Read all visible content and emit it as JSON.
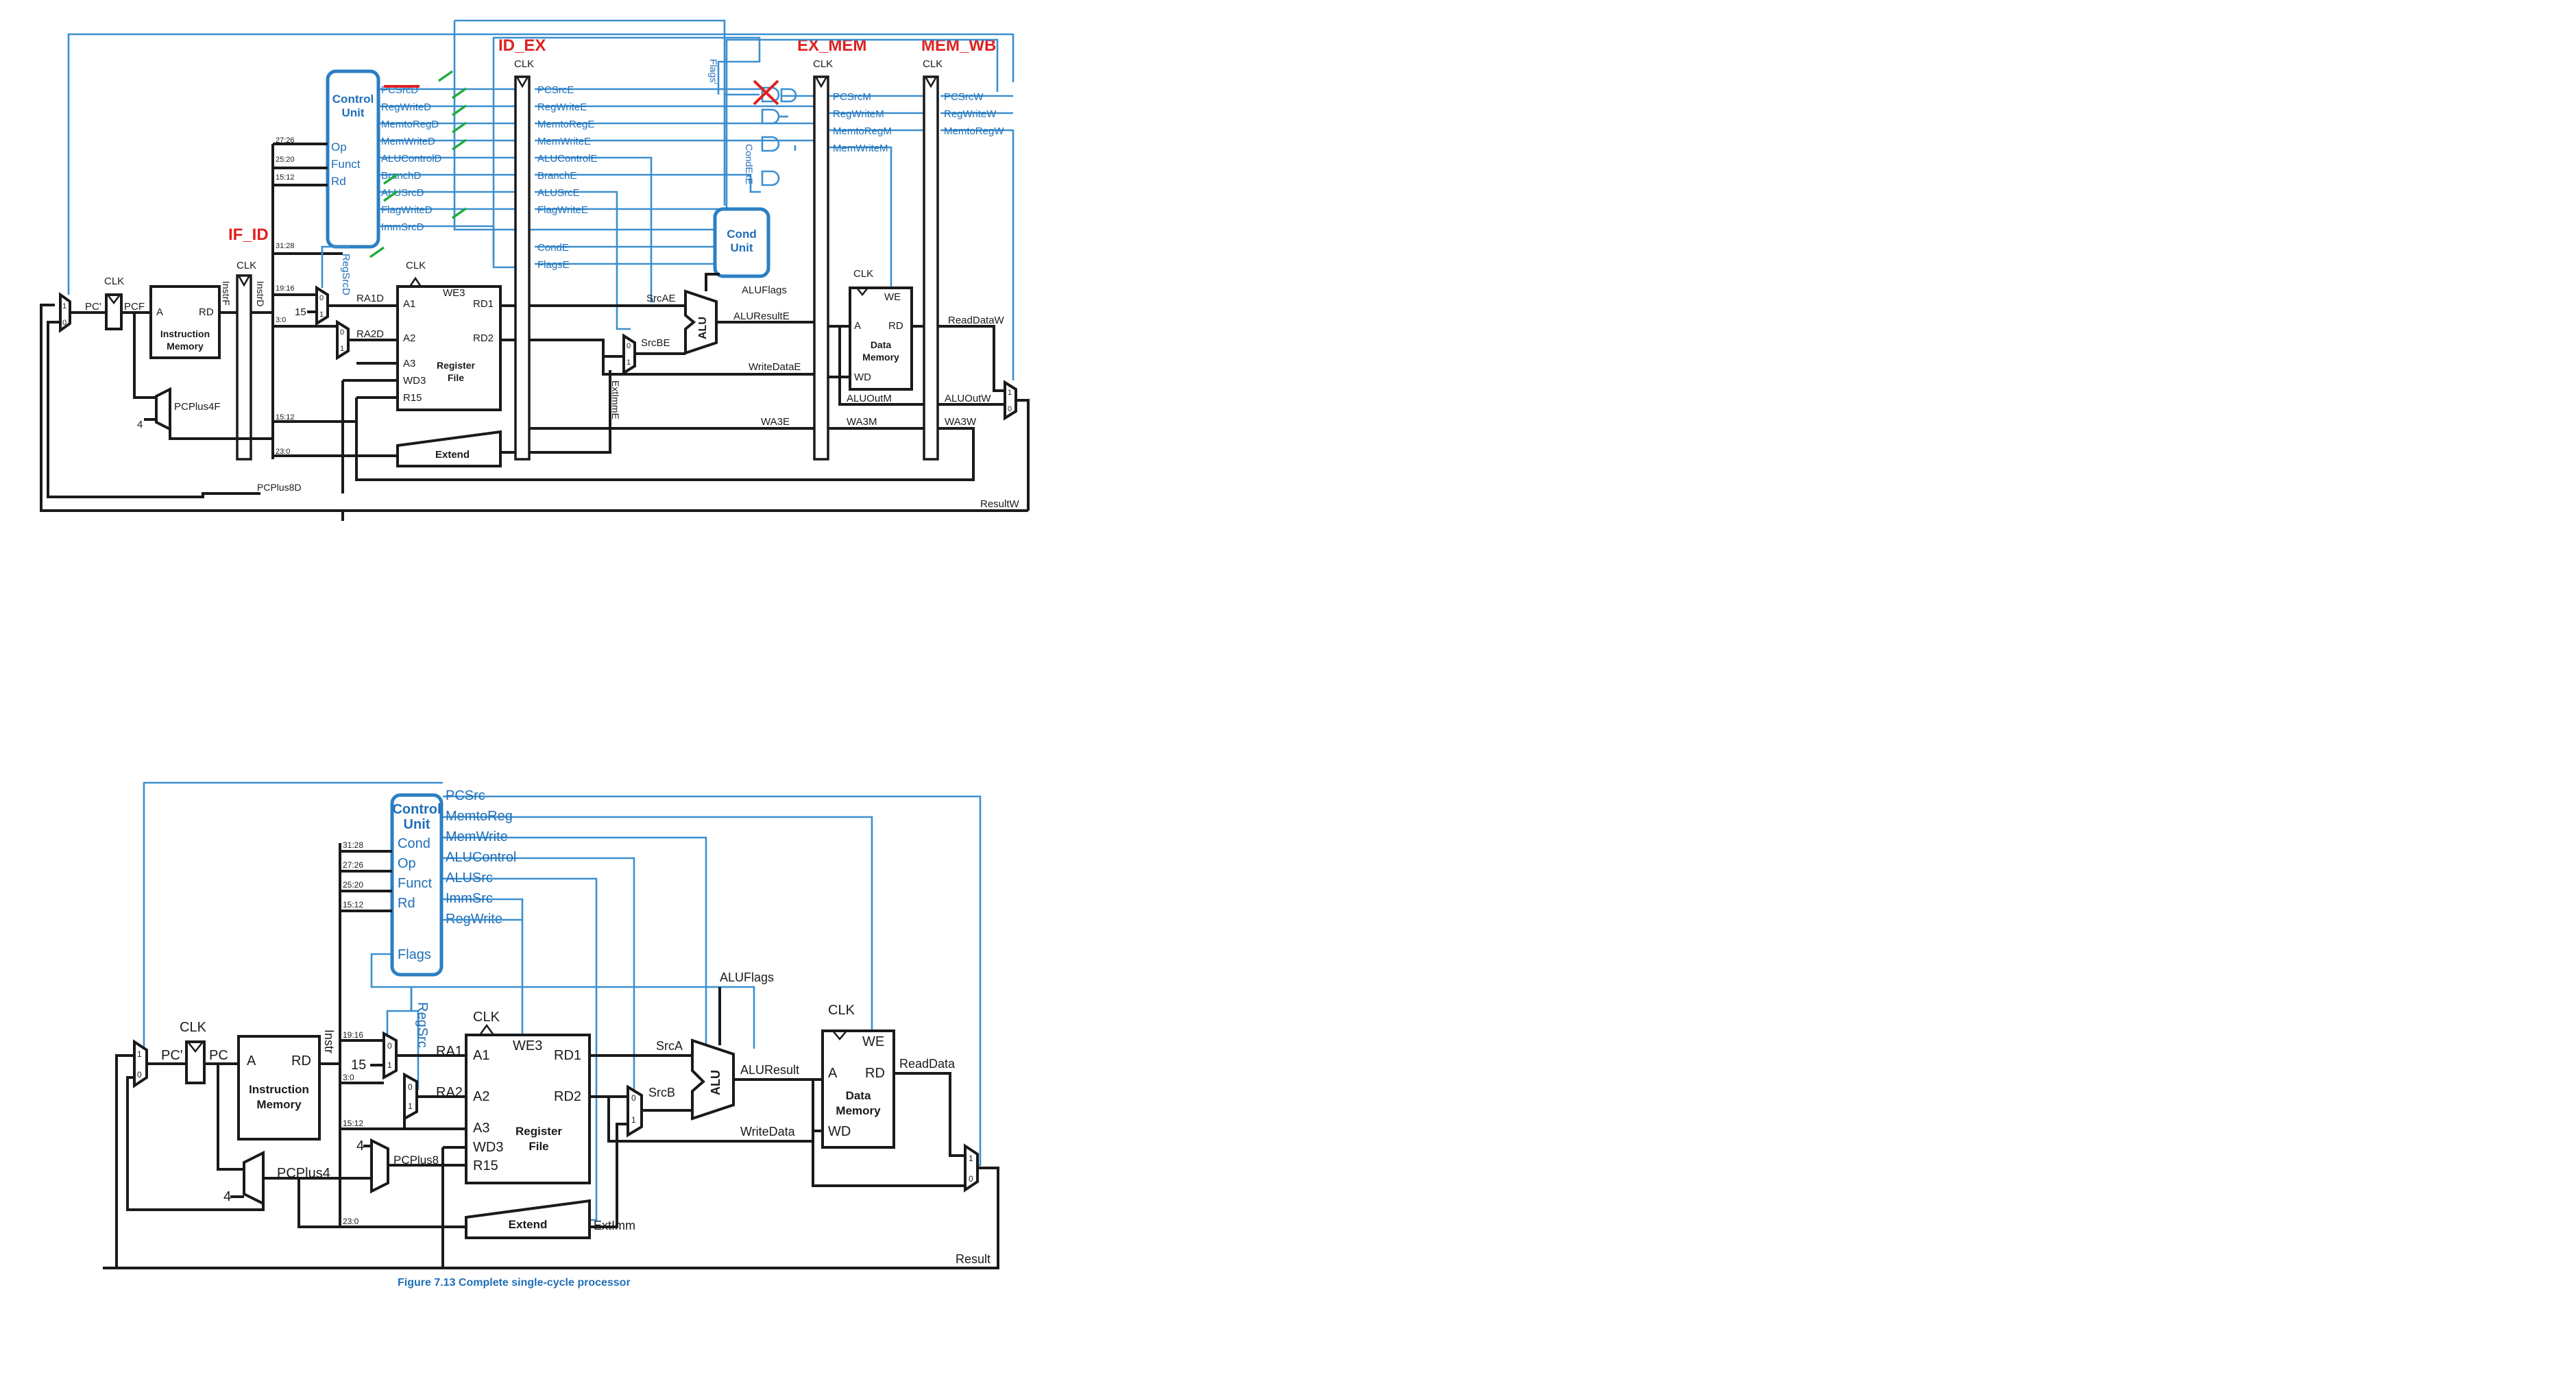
{
  "pipelined": {
    "stages": {
      "if_id": "IF_ID",
      "id_ex": "ID_EX",
      "ex_mem": "EX_MEM",
      "mem_wb": "MEM_WB"
    },
    "clk": "CLK",
    "control_unit": {
      "title1": "Control",
      "title2": "Unit",
      "op": "Op",
      "funct": "Funct",
      "rd": "Rd"
    },
    "control_outputs_d": [
      "PCSrcD",
      "RegWriteD",
      "MemtoRegD",
      "MemWriteD",
      "ALUControlD",
      "BranchD",
      "ALUSrcD",
      "FlagWriteD",
      "ImmSrcD"
    ],
    "control_outputs_e": [
      "PCSrcE",
      "RegWriteE",
      "MemtoRegE",
      "MemWriteE",
      "ALUControlE",
      "BranchE",
      "ALUSrcE",
      "FlagWriteE"
    ],
    "cond_flags_e": [
      "CondE",
      "FlagsE"
    ],
    "outputs_m": [
      "PCSrcM",
      "RegWriteM",
      "MemtoRegM",
      "MemWriteM"
    ],
    "outputs_w": [
      "PCSrcW",
      "RegWriteW",
      "MemtoRegW"
    ],
    "cond_unit": {
      "title1": "Cond",
      "title2": "Unit"
    },
    "vertical": {
      "flags": "Flags'",
      "condex": "CondExE",
      "regsrcd": "RegSrcD",
      "instrf": "InstrF",
      "instrd": "InstrD",
      "extimme": "ExtImmE"
    },
    "bits": {
      "b27_26": "27:26",
      "b25_20": "25:20",
      "b15_12": "15:12",
      "b31_28": "31:28",
      "b19_16": "19:16",
      "b3_0": "3:0",
      "b15_12b": "15:12",
      "b23_0": "23:0"
    },
    "signals": {
      "pc_prime": "PC'",
      "pcf": "PCF",
      "pcplus4f": "PCPlus4F",
      "pcplus8d": "PCPlus8D",
      "ra1d": "RA1D",
      "ra2d": "RA2D",
      "fifteen": "15",
      "four": "4",
      "srcae": "SrcAE",
      "srcbe": "SrcBE",
      "aluflags": "ALUFlags",
      "aluresulte": "ALUResultE",
      "writedatae": "WriteDataE",
      "wa3e": "WA3E",
      "wa3m": "WA3M",
      "wa3w": "WA3W",
      "aluoutm": "ALUOutM",
      "aluoutw": "ALUOutW",
      "readdataw": "ReadDataW",
      "resultw": "ResultW"
    },
    "instr_mem": {
      "a": "A",
      "rd": "RD",
      "name1": "Instruction",
      "name2": "Memory"
    },
    "regfile": {
      "we3": "WE3",
      "a1": "A1",
      "a2": "A2",
      "a3": "A3",
      "wd3": "WD3",
      "r15": "R15",
      "rd1": "RD1",
      "rd2": "RD2",
      "name1": "Register",
      "name2": "File"
    },
    "alu": "ALU",
    "extend": "Extend",
    "data_mem": {
      "we": "WE",
      "a": "A",
      "rd": "RD",
      "wd": "WD",
      "name1": "Data",
      "name2": "Memory"
    },
    "mux": {
      "zero": "0",
      "one": "1"
    }
  },
  "single_cycle": {
    "clk": "CLK",
    "control_unit": {
      "title1": "Control",
      "title2": "Unit",
      "cond": "Cond",
      "op": "Op",
      "funct": "Funct",
      "rd": "Rd",
      "flags": "Flags"
    },
    "control_outputs": [
      "PCSrc",
      "MemtoReg",
      "MemWrite",
      "ALUControl",
      "ALUSrc",
      "ImmSrc",
      "RegWrite"
    ],
    "bits": {
      "b31_28": "31:28",
      "b27_26": "27:26",
      "b25_20": "25:20",
      "b15_12": "15:12",
      "b19_16": "19:16",
      "b3_0": "3:0",
      "b15_12b": "15:12",
      "b23_0": "23:0"
    },
    "signals": {
      "pc_prime": "PC'",
      "pc": "PC",
      "instr": "Instr",
      "regsrc": "RegSrc",
      "ra1": "RA1",
      "ra2": "RA2",
      "fifteen": "15",
      "four": "4",
      "pcplus8": "PCPlus8",
      "pcplus4": "PCPlus4",
      "srca": "SrcA",
      "srcb": "SrcB",
      "aluflags": "ALUFlags",
      "aluresult": "ALUResult",
      "writedata": "WriteData",
      "readdata": "ReadData",
      "extimm": "ExtImm",
      "result": "Result"
    },
    "instr_mem": {
      "a": "A",
      "rd": "RD",
      "name1": "Instruction",
      "name2": "Memory"
    },
    "regfile": {
      "we3": "WE3",
      "a1": "A1",
      "a2": "A2",
      "a3": "A3",
      "wd3": "WD3",
      "r15": "R15",
      "rd1": "RD1",
      "rd2": "RD2",
      "name1": "Register",
      "name2": "File"
    },
    "alu": "ALU",
    "extend": "Extend",
    "data_mem": {
      "we": "WE",
      "a": "A",
      "rd": "RD",
      "wd": "WD",
      "name1": "Data",
      "name2": "Memory"
    },
    "mux": {
      "zero": "0",
      "one": "1"
    },
    "caption": "Figure 7.13 Complete single-cycle processor"
  },
  "colors": {
    "wire": "#1a1a1a",
    "control": "#3b8fd0",
    "stage_label": "#e02020",
    "annotation": "#1faa3c"
  }
}
